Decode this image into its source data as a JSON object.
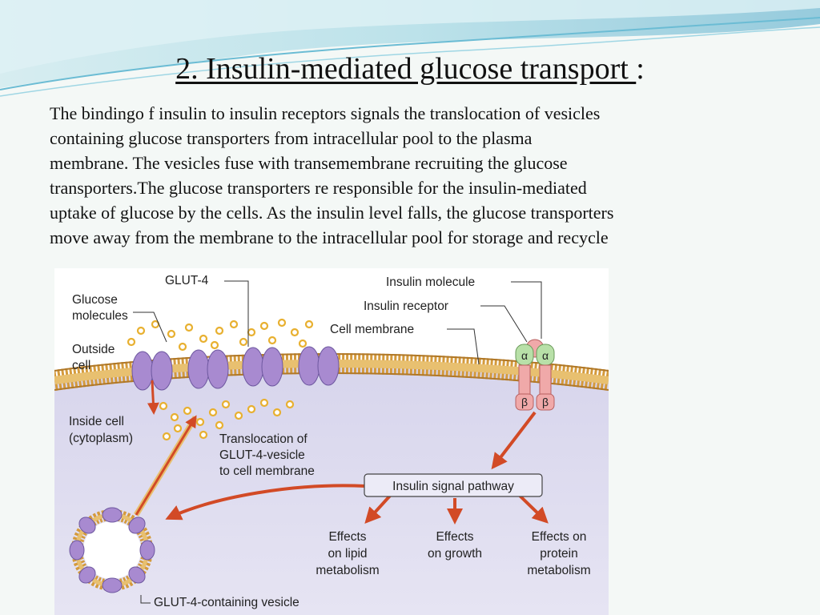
{
  "slide": {
    "title": "2. Insulin-mediated glucose transport ",
    "title_suffix": ":",
    "body_lines": [
      "The bindingo f insulin to insulin receptors signals the translocation of vesicles",
      "containing glucose transporters from intracellular pool to the plasma",
      "membrane. The vesicles fuse with transemembrane recruiting the glucose",
      "transporters.The glucose transporters re responsible for the insulin-mediated",
      "uptake of glucose by the cells. As the insulin level falls, the glucose transporters",
      "move away from the membrane to the intracellular pool for storage and recycle"
    ]
  },
  "diagram": {
    "labels": {
      "glut4": "GLUT-4",
      "glucose_1": "Glucose",
      "glucose_2": "molecules",
      "outside_1": "Outside",
      "outside_2": "cell",
      "inside_1": "Inside cell",
      "inside_2": "(cytoplasm)",
      "insulin_molecule": "Insulin molecule",
      "insulin_receptor": "Insulin receptor",
      "cell_membrane": "Cell membrane",
      "alpha": "α",
      "beta": "β",
      "translocation_1": "Translocation of",
      "translocation_2": "GLUT-4-vesicle",
      "translocation_3": "to cell membrane",
      "signal_pathway": "Insulin signal pathway",
      "lipid_1": "Effects",
      "lipid_2": "on lipid",
      "lipid_3": "metabolism",
      "growth_1": "Effects",
      "growth_2": "on growth",
      "protein_1": "Effects on",
      "protein_2": "protein",
      "protein_3": "metabolism",
      "vesicle": "GLUT-4-containing vesicle"
    },
    "colors": {
      "membrane": "#d49a3c",
      "transporter": "#a88ad0",
      "glucose": "#e8b030",
      "arrow": "#d24a26",
      "cytoplasm": "#dcd9ee",
      "receptor": "#f0a9a9"
    }
  }
}
